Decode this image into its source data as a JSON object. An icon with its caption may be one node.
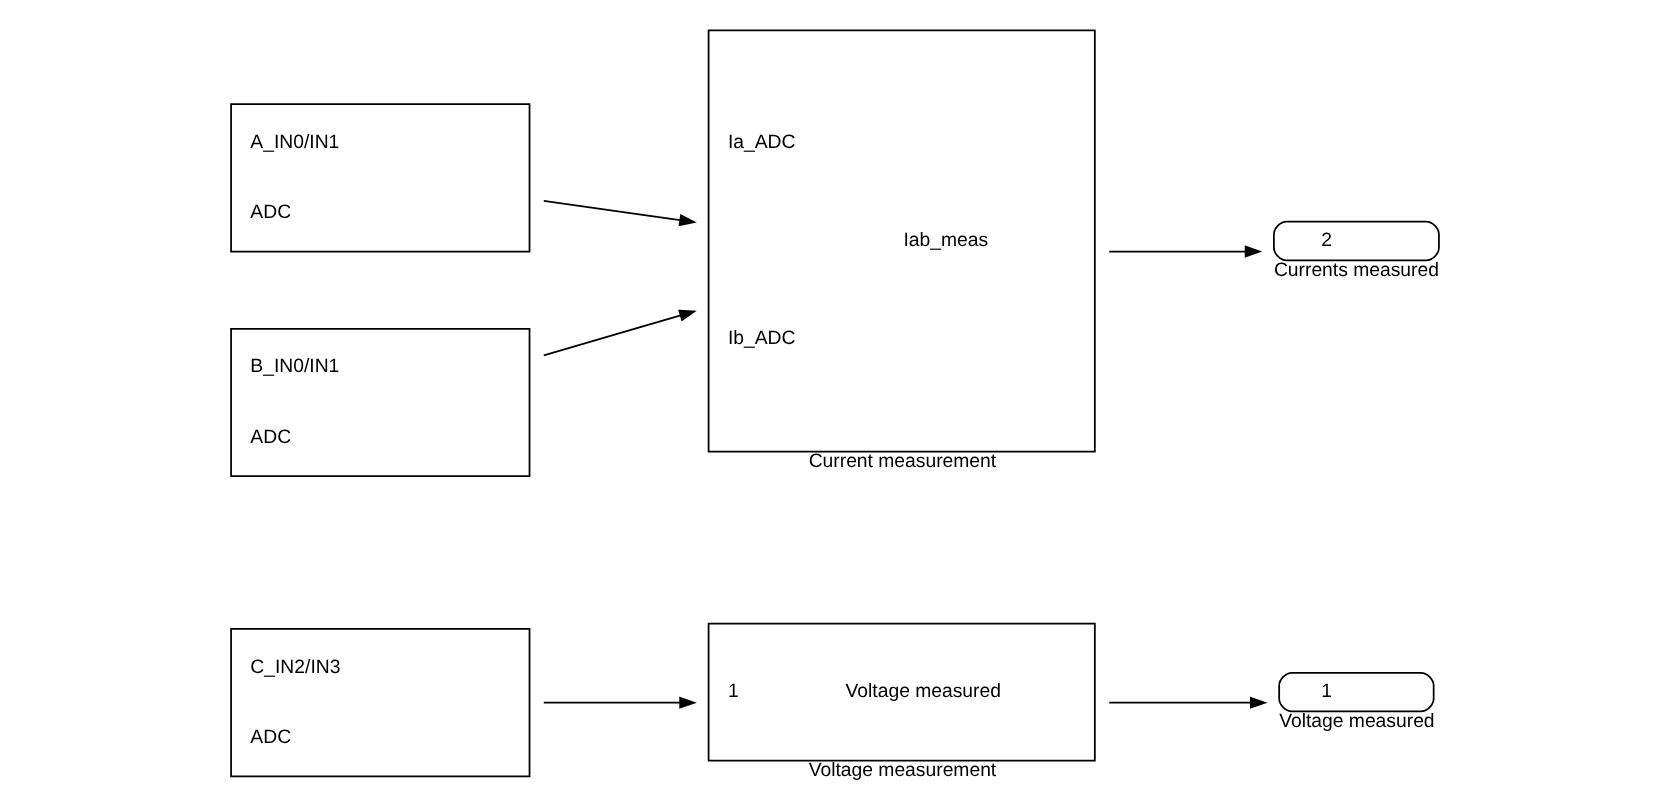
{
  "diagram": {
    "nodes": [
      {
        "text": [
          "C_IN2/IN3",
          "ADC"
        ]
      },
      {
        "text": [
          "1",
          "Voltage measured"
        ],
        "beside": [
          "Voltage measurement"
        ]
      },
      {
        "text": [
          "1"
        ],
        "beside": [
          "Voltage measured"
        ]
      },
      {
        "text": [
          "A_IN0/IN1",
          "ADC"
        ]
      },
      {
        "text": [
          "B_IN0/IN1",
          "ADC"
        ]
      },
      {
        "text": [
          "Ia_ADC",
          "Ib_ADC",
          "Iab_meas"
        ],
        "beside": [
          "Current measurement"
        ]
      },
      {
        "text": [
          "2"
        ],
        "beside": [
          "Currents measured"
        ]
      }
    ],
    "edges": [
      {
        "from": 0,
        "to": 1,
        "arrow": "to"
      },
      {
        "from": 1,
        "to": 2,
        "arrow": "to"
      },
      {
        "from": 3,
        "to": 5,
        "arrow": "to"
      },
      {
        "from": 4,
        "to": 5,
        "arrow": "to"
      },
      {
        "from": 5,
        "to": 6,
        "arrow": "to"
      }
    ]
  }
}
